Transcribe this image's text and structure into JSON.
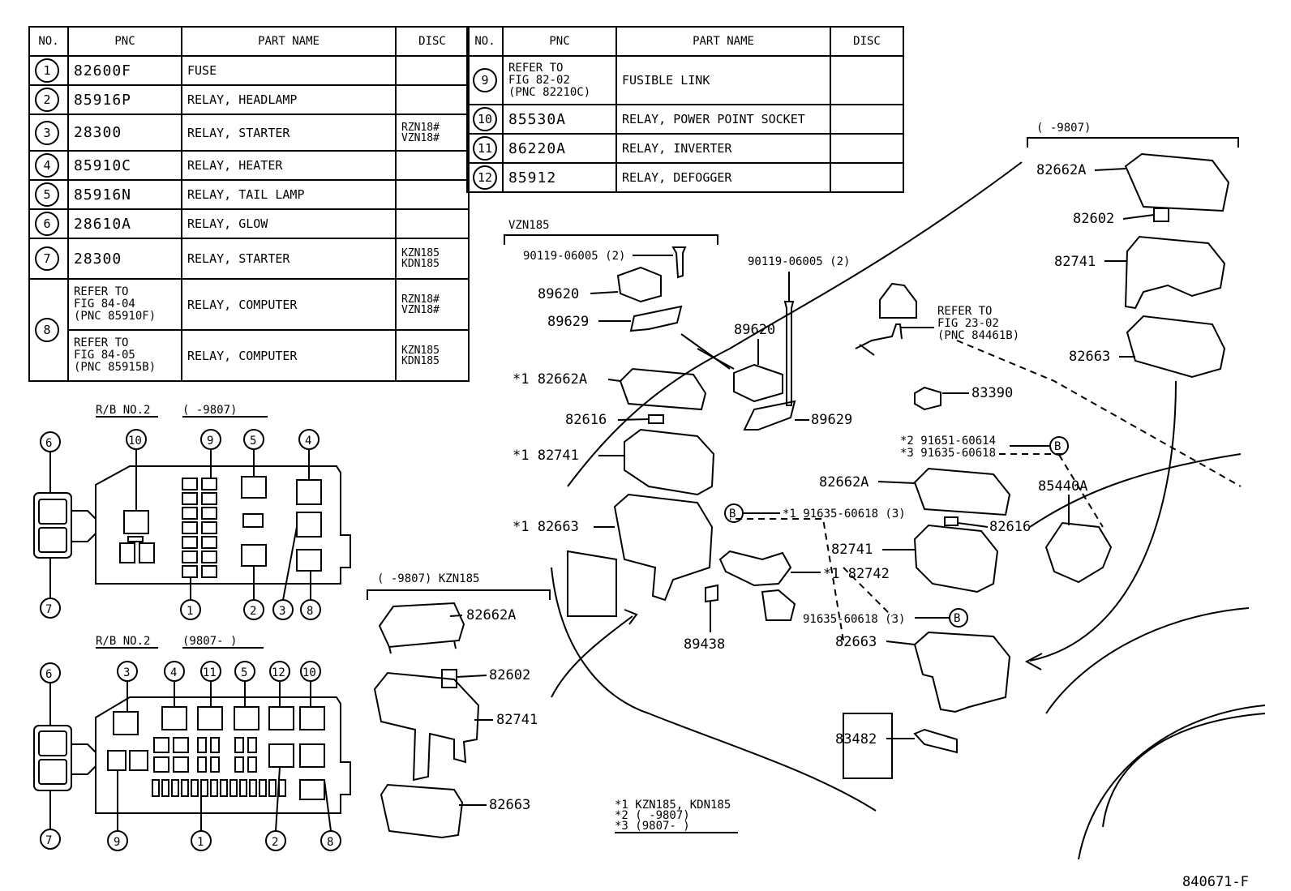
{
  "columns": {
    "no": "NO.",
    "pnc": "PNC",
    "part_name": "PART NAME",
    "disc": "DISC"
  },
  "parts_left": [
    {
      "no": "1",
      "pnc": "82600F",
      "name": "FUSE",
      "disc": ""
    },
    {
      "no": "2",
      "pnc": "85916P",
      "name": "RELAY, HEADLAMP",
      "disc": ""
    },
    {
      "no": "3",
      "pnc": "28300",
      "name": "RELAY, STARTER",
      "disc": "RZN18#\nVZN18#"
    },
    {
      "no": "4",
      "pnc": "85910C",
      "name": "RELAY, HEATER",
      "disc": ""
    },
    {
      "no": "5",
      "pnc": "85916N",
      "name": "RELAY, TAIL LAMP",
      "disc": ""
    },
    {
      "no": "6",
      "pnc": "28610A",
      "name": "RELAY, GLOW",
      "disc": ""
    },
    {
      "no": "7",
      "pnc": "28300",
      "name": "RELAY, STARTER",
      "disc": "KZN185\nKDN185"
    }
  ],
  "part_8": {
    "no": "8",
    "rows": [
      {
        "pnc": "REFER TO\nFIG 84-04\n(PNC 85910F)",
        "name": "RELAY, COMPUTER",
        "disc": "RZN18#\nVZN18#"
      },
      {
        "pnc": "REFER TO\nFIG 84-05\n(PNC 85915B)",
        "name": "RELAY, COMPUTER",
        "disc": "KZN185\nKDN185"
      }
    ]
  },
  "parts_right": [
    {
      "no": "9",
      "pnc": "REFER TO\nFIG 82-02\n(PNC 82210C)",
      "name": "FUSIBLE LINK",
      "disc": ""
    },
    {
      "no": "10",
      "pnc": "85530A",
      "name": "RELAY, POWER POINT SOCKET",
      "disc": ""
    },
    {
      "no": "11",
      "pnc": "86220A",
      "name": "RELAY, INVERTER",
      "disc": ""
    },
    {
      "no": "12",
      "pnc": "85912",
      "name": "RELAY, DEFOGGER",
      "disc": ""
    }
  ],
  "rb_top": {
    "title": "R/B NO.2",
    "range": "(    -9807)",
    "callouts": [
      "6",
      "10",
      "9",
      "5",
      "4",
      "7",
      "1",
      "2",
      "3",
      "8"
    ]
  },
  "rb_bottom": {
    "title": "R/B NO.2",
    "range": "(9807-      )",
    "callouts": [
      "6",
      "3",
      "4",
      "11",
      "5",
      "12",
      "10",
      "7",
      "9",
      "1",
      "2",
      "8"
    ]
  },
  "kzn_group": {
    "header": "(    -9807)  KZN185",
    "labels": [
      "82662A",
      "82602",
      "82741",
      "82663"
    ]
  },
  "vzn_group": {
    "header": "VZN185",
    "labels": [
      "90119-06005 (2)",
      "89620",
      "89629"
    ]
  },
  "center_labels": {
    "bolt2": "90119-06005 (2)",
    "p89620": "89620",
    "p89629": "89629",
    "p82662a": "*1 82662A",
    "p82616": "82616",
    "p82741": "*1 82741",
    "p82663": "*1 82663",
    "b1": "B",
    "b1_part": "*1 91635-60618 (3)",
    "p82742": "*1 82742",
    "p89438": "89438",
    "refer": "REFER TO\nFIG 23-02\n(PNC 84461B)",
    "p83390": "83390",
    "n2": "*2 91651-60614",
    "n3": "*3 91635-60618",
    "b2": "B",
    "p82662a_r": "82662A",
    "p82616_r": "82616",
    "p82741_r": "82741",
    "p91635": "91635-60618 (3)",
    "b3": "B",
    "p82663_r": "82663",
    "p83482": "83482",
    "p85440a": "85440A"
  },
  "top_right": {
    "range": "(    -9807)",
    "labels": [
      "82662A",
      "82602",
      "82741",
      "82663"
    ]
  },
  "footnotes": [
    "*1 KZN185, KDN185",
    "*2 (     -9807)",
    "*3 (9807-      )"
  ],
  "figure_id": "840671-F"
}
